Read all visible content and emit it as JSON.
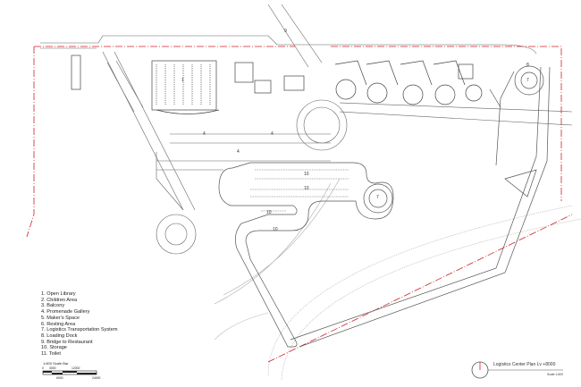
{
  "legend": [
    "1. Open Library",
    "2. Children Area",
    "3. Balcony",
    "4. Promenade Gallery",
    "5. Maker's Space",
    "6. Resting Area",
    "7. Logistics Transportation System",
    "8. Loading Dock",
    "9. Bridge to Restaurant",
    "10. Storage",
    "11. Toilet"
  ],
  "scale_bar": {
    "title": "1:600 Scale Bar",
    "top_labels": [
      "0",
      "3000",
      "12000"
    ],
    "bottom_labels": [
      "6000",
      "24000"
    ]
  },
  "plan_title": "Logistics Center Plan Lv +8000",
  "plan_scale": "Scale 1:600",
  "plan_labels": {
    "open_library": "1",
    "gallery_a": "4",
    "gallery_b": "4",
    "gallery_c": "4",
    "storage_a": "10",
    "storage_b": "10",
    "storage_c": "10",
    "storage_d": "10",
    "lts_a": "7",
    "lts_b": "7",
    "dock": "8",
    "bridge": "9"
  },
  "colors": {
    "boundary": "#d0202a",
    "line": "#555555"
  }
}
